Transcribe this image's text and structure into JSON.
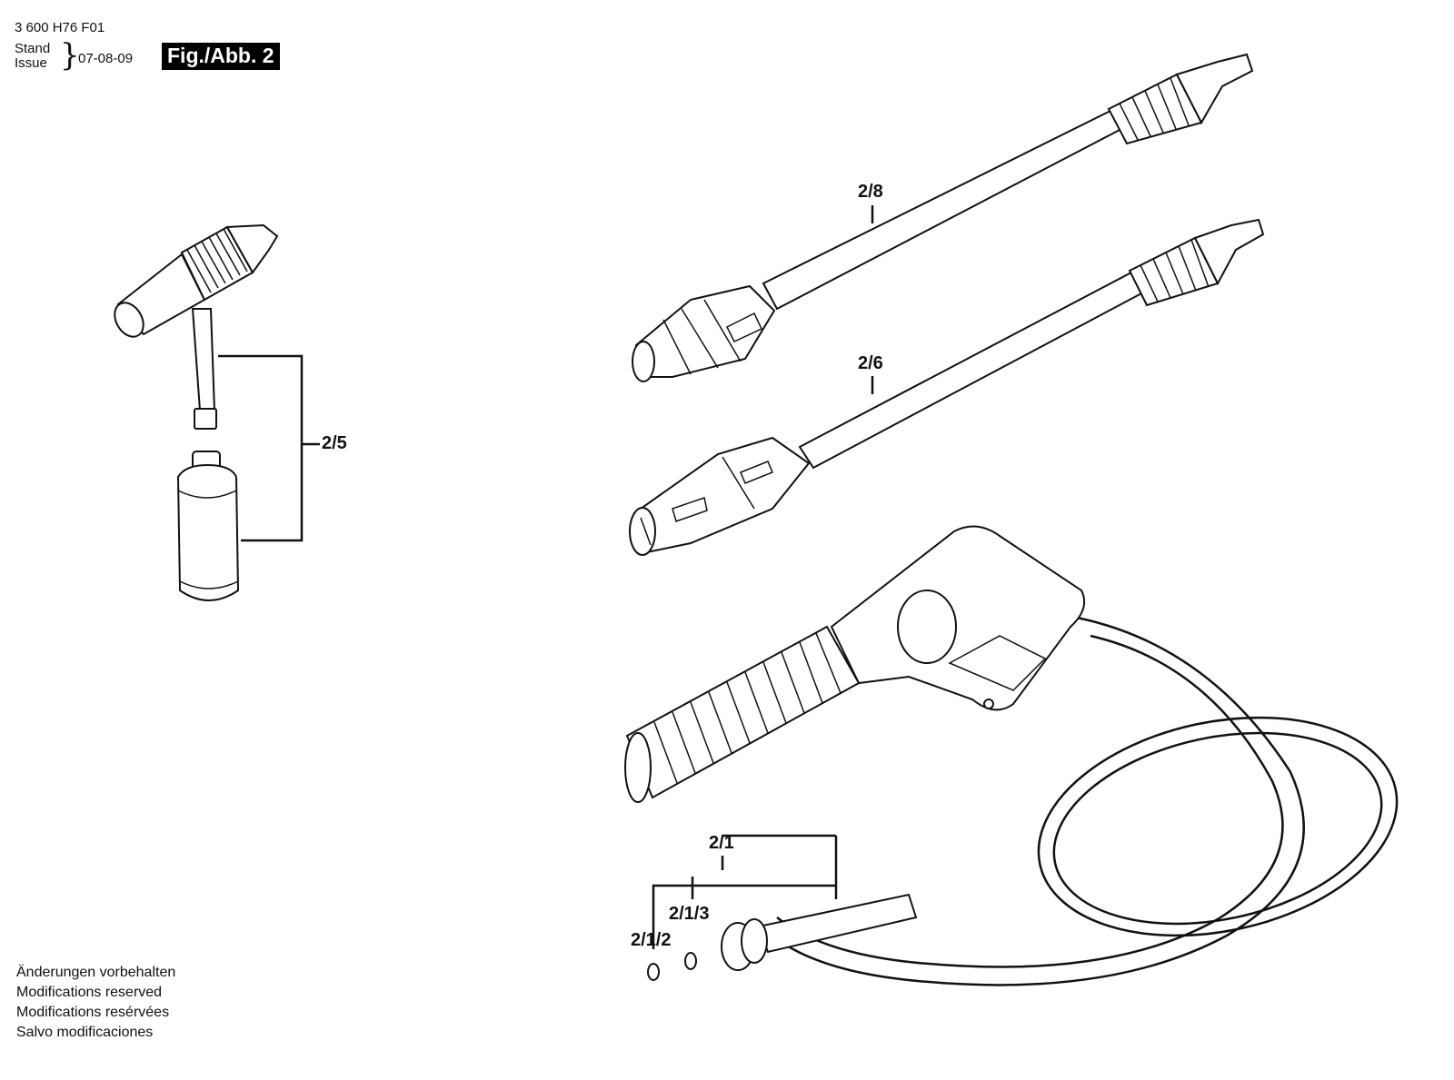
{
  "header": {
    "code": "3 600 H76 F01",
    "stand": "Stand",
    "issue": "Issue",
    "brace": "}",
    "date": "07-08-09",
    "figure": "Fig./Abb. 2"
  },
  "labels": {
    "p2_8": "2/8",
    "p2_6": "2/6",
    "p2_5": "2/5",
    "p2_1": "2/1",
    "p2_1_3": "2/1/3",
    "p2_1_2": "2/1/2"
  },
  "notes": [
    "Änderungen vorbehalten",
    "Modifications reserved",
    "Modifications resérvées",
    "Salvo modificaciones"
  ]
}
